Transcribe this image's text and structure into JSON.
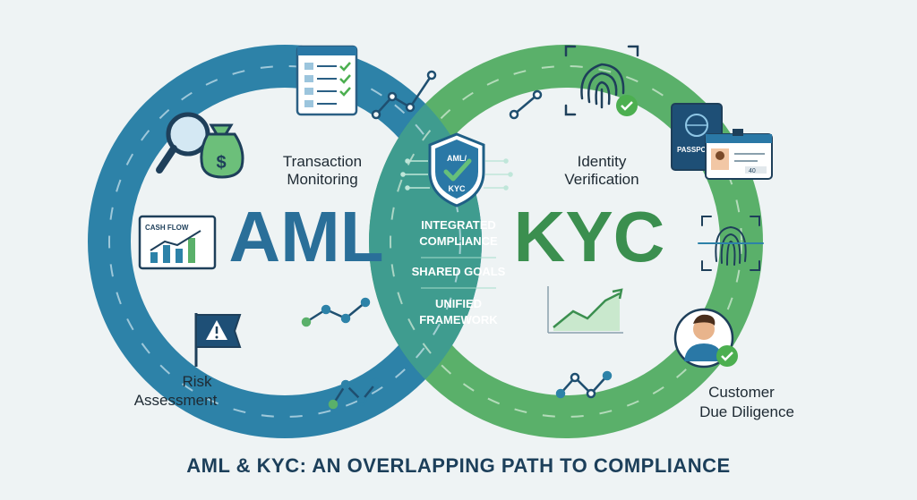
{
  "diagram": {
    "left": {
      "label": "AML",
      "sublabel_lines": [
        "Transaction",
        "Monitoring"
      ]
    },
    "right": {
      "label": "KYC",
      "sublabel_lines": [
        "Identity",
        "Verification"
      ]
    },
    "overlap": {
      "badge_lines": [
        "AML/",
        "KYC"
      ],
      "items": [
        {
          "lines": [
            "INTEGRATED",
            "COMPLIANCE"
          ]
        },
        {
          "lines": [
            "SHARED GOALS"
          ]
        },
        {
          "lines": [
            "UNIFIED",
            "FRAMEWORK"
          ]
        }
      ]
    },
    "outer_labels": {
      "risk": [
        "Risk",
        "Assessment"
      ],
      "cdd": [
        "Customer",
        "Due Diligence"
      ]
    },
    "icon_texts": {
      "cash_flow": "CASH FLOW",
      "passport": "PASSPO",
      "id_card_number": "40"
    },
    "colors": {
      "aml_blue": "#2d82a8",
      "aml_text": "#2a6f99",
      "kyc_green": "#5ab06a",
      "kyc_text": "#3b8f4f",
      "overlap": "#3f9c8f",
      "title": "#1c3f5a"
    }
  },
  "title": "AML & KYC: AN OVERLAPPING PATH TO COMPLIANCE"
}
